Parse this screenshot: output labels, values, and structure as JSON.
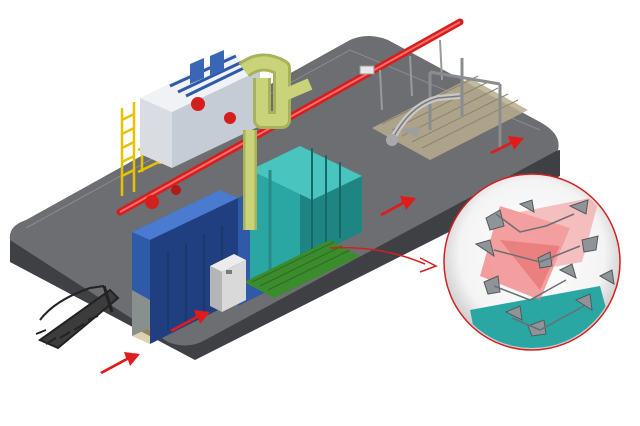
{
  "figure": {
    "labels": [],
    "colors": {
      "platform_top": "#6d6e71",
      "platform_side": "#3f4043",
      "cabinet_blue": "#2f5aa8",
      "teal": "#2aa7a3",
      "green_floor": "#3a8c2c",
      "yellow_pipe": "#c9d47a",
      "yellow_stairs": "#e6c200",
      "red_rail": "#d41f1f",
      "flow_arrow": "#e11b1b",
      "magnifier_red": "#f08080"
    },
    "icons": [
      "flow-arrow-icon",
      "overhead-rail",
      "magnifier-bubble",
      "part-hanger"
    ]
  }
}
